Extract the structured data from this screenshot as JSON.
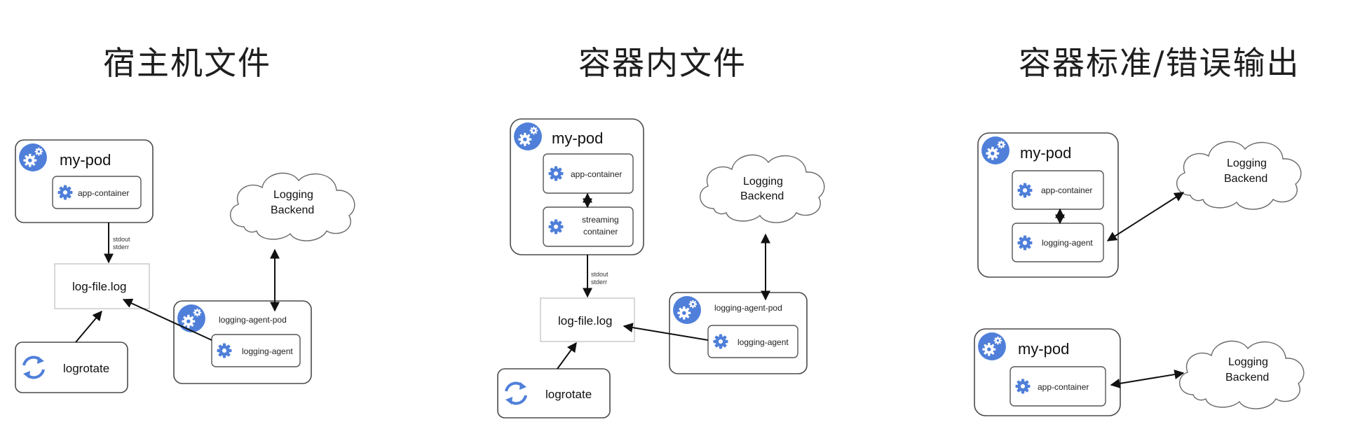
{
  "titles": {
    "host_file": "宿主机文件",
    "container_file": "容器内文件",
    "container_stdio": "容器标准/错误输出"
  },
  "labels": {
    "my_pod": "my-pod",
    "app_container": "app-container",
    "streaming_line1": "streaming",
    "streaming_line2": "container",
    "logging_agent_pod": "logging-agent-pod",
    "logging_agent": "logging-agent",
    "log_file": "log-file.log",
    "logrotate": "logrotate",
    "logging_line1": "Logging",
    "logging_line2": "Backend",
    "stdout": "stdout",
    "stderr": "stderr"
  },
  "icons": {
    "pod": "pod-gears-icon",
    "container": "gear-icon",
    "rotate": "rotate-arrows-icon"
  },
  "colors": {
    "icon_blue": "#4f7fd9",
    "border": "#4a4a4a",
    "log_box_border": "#c8c8c8"
  }
}
